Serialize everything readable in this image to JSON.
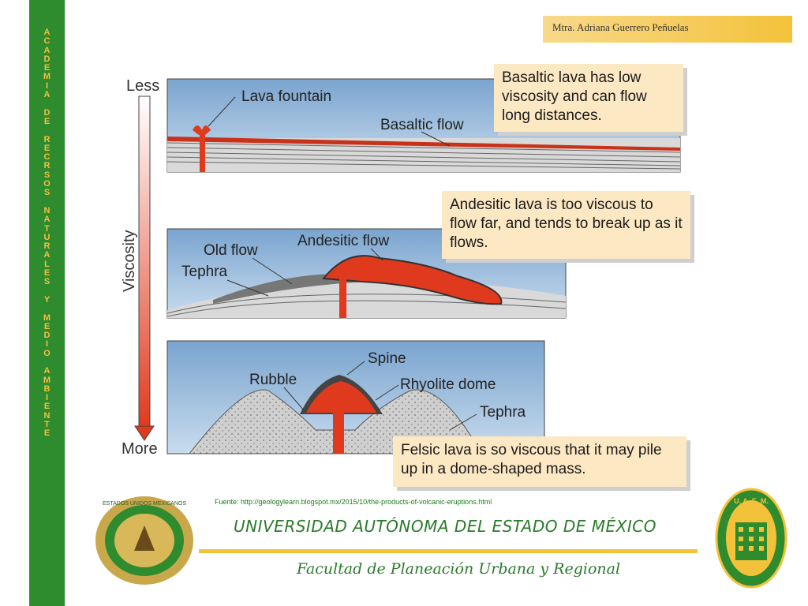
{
  "sidebar": {
    "text": "ACADEMIA DE RECRSOS NATURALES Y MEDIO AMBIENTE"
  },
  "header": {
    "author": "Mtra. Adriana Guerrero Peñuelas"
  },
  "diagram": {
    "scale": {
      "top_label": "Less",
      "bottom_label": "More",
      "axis_label": "Viscosity"
    },
    "panel1": {
      "label_fountain": "Lava fountain",
      "label_flow": "Basaltic flow"
    },
    "panel2": {
      "label_old_flow": "Old flow",
      "label_tephra": "Tephra",
      "label_flow": "Andesitic flow"
    },
    "panel3": {
      "label_spine": "Spine",
      "label_rubble": "Rubble",
      "label_dome": "Rhyolite dome",
      "label_tephra": "Tephra"
    },
    "callouts": {
      "basaltic": "Basaltic lava has low viscosity and can flow long distances.",
      "andesitic": "Andesitic lava is too viscous to flow far, and tends to break up as it flows.",
      "felsic": "Felsic lava is so viscous that it may pile up in a dome-shaped mass."
    },
    "colors": {
      "lava": "#e03a1e",
      "tephra": "#8a8a8a",
      "sky": "#8fb4d8",
      "callout": "#fde8c4"
    }
  },
  "footer": {
    "source": "Fuente: http://geologylearn.blogspot.mx/2015/10/the-products-of-volcanic-eruptions.html",
    "university": "UNIVERSIDAD AUTÓNOMA DEL ESTADO DE MÉXICO",
    "faculty": "Facultad de Planeación Urbana y Regional",
    "seal_left_text": "ESTADOS UNIDOS MEXICANOS",
    "seal_right_text": "U. A. E. M."
  },
  "theme": {
    "green": "#2e8b2e",
    "gold": "#f4c23a"
  }
}
